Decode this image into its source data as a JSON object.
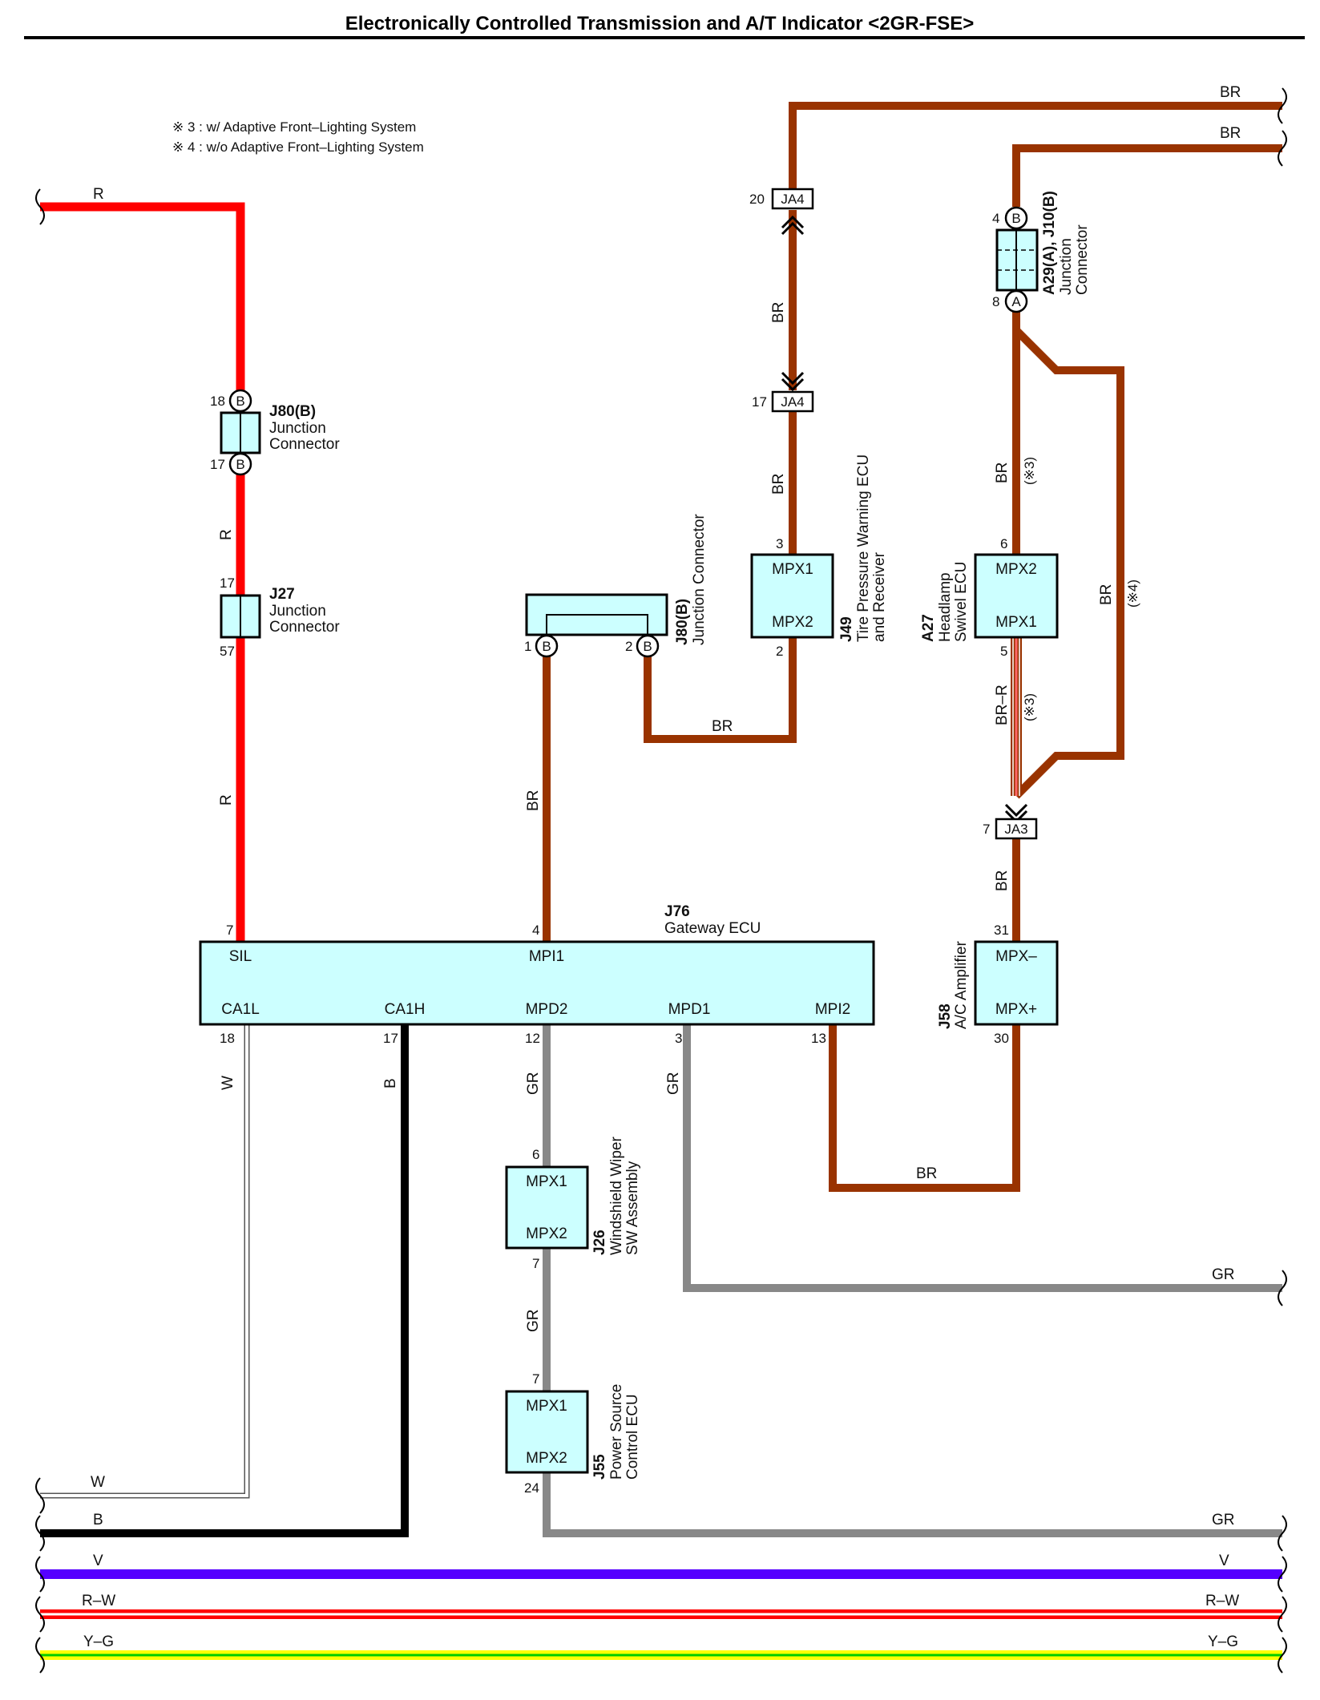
{
  "title": "Electronically Controlled Transmission and A/T Indicator <2GR-FSE>",
  "notes": [
    "※ 3 : w/ Adaptive Front–Lighting System",
    "※ 4 : w/o Adaptive Front–Lighting System"
  ],
  "colors": {
    "BR": "#993300",
    "R": "#ff0000",
    "B": "#000000",
    "W": "#ffffff",
    "GR": "#888888",
    "V": "#5500ff",
    "Y": "#ffff00",
    "G": "#00cc00",
    "component_fill": "#ccffff"
  },
  "wire_labels": {
    "top_br_1": "BR",
    "top_br_2": "BR",
    "r_top": "R",
    "br_ja4_mid": "BR",
    "br_j49_top": "BR",
    "br_j80_j49": "BR",
    "r_j80_j27": "R",
    "r_j27_j76": "R",
    "br_j80_j76": "BR",
    "br_a27_top": "BR",
    "note3_a": "(※3)",
    "br_loop": "BR",
    "note4": "(※4)",
    "brr_a27": "BR–R",
    "note3_b": "(※3)",
    "br_ja3_j58": "BR",
    "w_ca1l": "W",
    "b_ca1h": "B",
    "gr_mpd2": "GR",
    "gr_mpd1": "GR",
    "br_mpi2": "BR",
    "gr_j26_j55": "GR",
    "gr_right_mid": "GR",
    "w_left": "W",
    "b_left": "B",
    "gr_right_bottom": "GR",
    "v_left": "V",
    "v_right": "V",
    "rw_left": "R–W",
    "rw_right": "R–W",
    "yg_left": "Y–G",
    "yg_right": "Y–G"
  },
  "components": {
    "j80b_top": {
      "code": "J80(B)",
      "name1": "Junction",
      "name2": "Connector",
      "pin_top": "18",
      "pin_bottom": "17",
      "connector": "B"
    },
    "j27": {
      "code": "J27",
      "name1": "Junction",
      "name2": "Connector",
      "pin_top": "17",
      "pin_bottom": "57"
    },
    "j80b_mid": {
      "code": "J80(B)",
      "name": "Junction Connector",
      "pin_left": "1",
      "pin_right": "2",
      "connector": "B"
    },
    "ja4_top": {
      "code": "JA4",
      "pin": "20"
    },
    "ja4_bottom": {
      "code": "JA4",
      "pin": "17"
    },
    "j49": {
      "code": "J49",
      "name1": "Tire Pressure Warning ECU",
      "name2": "and Receiver",
      "term_top": "MPX1",
      "term_bottom": "MPX2",
      "pin_top": "3",
      "pin_bottom": "2"
    },
    "a29_j10": {
      "code": "A29(A), J10(B)",
      "name1": "Junction",
      "name2": "Connector",
      "pin_top": "4",
      "pin_bottom": "8",
      "conn_top": "B",
      "conn_bottom": "A"
    },
    "a27": {
      "code": "A27",
      "name1": "Headlamp",
      "name2": "Swivel ECU",
      "term_top": "MPX2",
      "term_bottom": "MPX1",
      "pin_top": "6",
      "pin_bottom": "5"
    },
    "ja3": {
      "code": "JA3",
      "pin": "7"
    },
    "j58": {
      "code": "J58",
      "name": "A/C Amplifier",
      "term_top": "MPX–",
      "term_bottom": "MPX+",
      "pin_top": "31",
      "pin_bottom": "30"
    },
    "j76": {
      "code": "J76",
      "name": "Gateway ECU",
      "terms_top": [
        {
          "name": "SIL",
          "pin": "7"
        },
        {
          "name": "MPI1",
          "pin": "4"
        }
      ],
      "terms_bottom": [
        {
          "name": "CA1L",
          "pin": "18"
        },
        {
          "name": "CA1H",
          "pin": "17"
        },
        {
          "name": "MPD2",
          "pin": "12"
        },
        {
          "name": "MPD1",
          "pin": "3"
        },
        {
          "name": "MPI2",
          "pin": "13"
        }
      ]
    },
    "j26": {
      "code": "J26",
      "name1": "Windshield Wiper",
      "name2": "SW Assembly",
      "term_top": "MPX1",
      "term_bottom": "MPX2",
      "pin_top": "6",
      "pin_bottom": "7"
    },
    "j55": {
      "code": "J55",
      "name1": "Power Source",
      "name2": "Control ECU",
      "term_top": "MPX1",
      "term_bottom": "MPX2",
      "pin_top": "7",
      "pin_bottom": "24"
    }
  }
}
